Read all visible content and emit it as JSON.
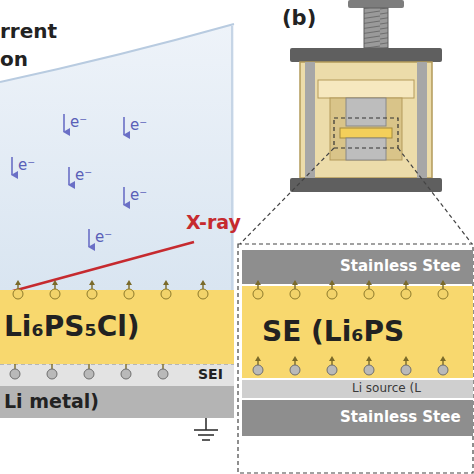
{
  "diagram": {
    "nodes": [
      {
        "text": [
          "Li₆PS₅Cl)"
        ]
      },
      {
        "text": [
          "Li metal)"
        ]
      },
      {
        "text": [
          "Stainless Stee"
        ]
      },
      {
        "text": [
          "SE (Li₆PS"
        ]
      },
      {
        "text": [
          "Li source (L"
        ]
      },
      {
        "text": [
          "Stainless Stee"
        ]
      }
    ],
    "labels": [
      "rrent",
      "on",
      "(b)",
      "X-ray",
      "e⁻",
      "e⁻",
      "e⁻",
      "e⁻",
      "e⁻",
      "e⁻",
      "SEI"
    ]
  }
}
